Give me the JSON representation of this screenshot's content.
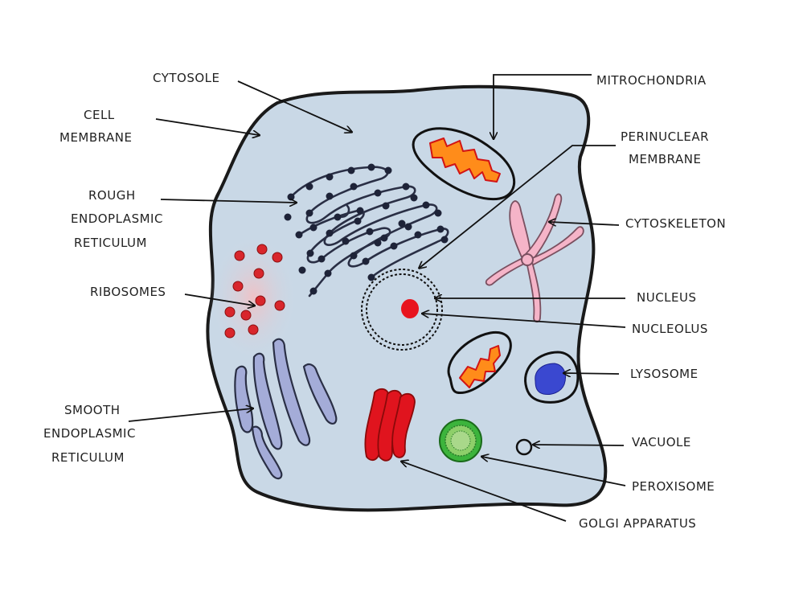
{
  "labels": {
    "cytosole": "CYTOSOLE",
    "cell_membrane_1": "CELL",
    "cell_membrane_2": "MEMBRANE",
    "rough_er_1": "ROUGH",
    "rough_er_2": "ENDOPLASMIC",
    "rough_er_3": "RETICULUM",
    "ribosomes": "RIBOSOMES",
    "smooth_er_1": "SMOOTH",
    "smooth_er_2": "ENDOPLASMIC",
    "smooth_er_3": "RETICULUM",
    "mitochondria": "MITROCHONDRIA",
    "perinuclear_1": "PERINUCLEAR",
    "perinuclear_2": "MEMBRANE",
    "cytoskeleton": "CYTOSKELETON",
    "nucleus": "NUCLEUS",
    "nucleolus": "NUCLEOLUS",
    "lysosome": "LYSOSOME",
    "vacuole": "VACUOLE",
    "peroxisome": "PEROXISOME",
    "golgi": "GOLGI APPARATUS"
  },
  "colors": {
    "cell_fill": "#c9d8e6",
    "cell_stroke": "#1a1a1a",
    "ribosome": "#d8262c",
    "smooth_er": "#a4acd8",
    "golgi": "#e0141e",
    "nucleolus": "#e8141e",
    "mitochondria_inner": "#ff8c1a",
    "cytoskeleton": "#f5b4c8",
    "lysosome": "#3a48d0",
    "peroxisome": "#3cb43c"
  }
}
